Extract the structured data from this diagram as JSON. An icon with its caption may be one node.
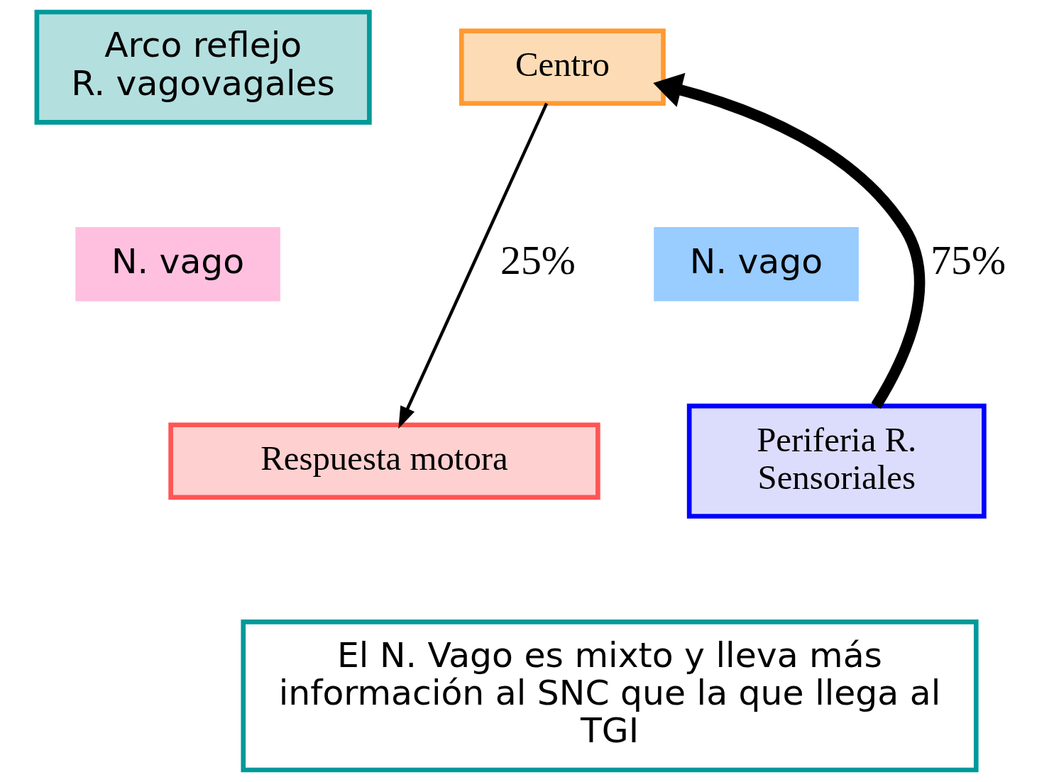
{
  "diagram": {
    "nodes": [
      {
        "text": [
          "Arco reflejo R. vagovagales"
        ]
      },
      {
        "text": [
          "Centro"
        ]
      },
      {
        "text": [
          "Periferia R. Sensoriales"
        ]
      },
      {
        "text": [
          "Respuesta motora"
        ]
      },
      {
        "text": [
          "N. vago"
        ]
      },
      {
        "text": [
          "N. vago"
        ]
      },
      {
        "text": [
          "El N. Vago es mixto y lleva más información al SNC que la que llega al TGI"
        ]
      }
    ],
    "edges": [
      {
        "from": 2,
        "to": 1,
        "arrow": "to",
        "label": "75%",
        "style": "thick"
      },
      {
        "from": 1,
        "to": 3,
        "arrow": "to",
        "label": "25%"
      }
    ]
  }
}
